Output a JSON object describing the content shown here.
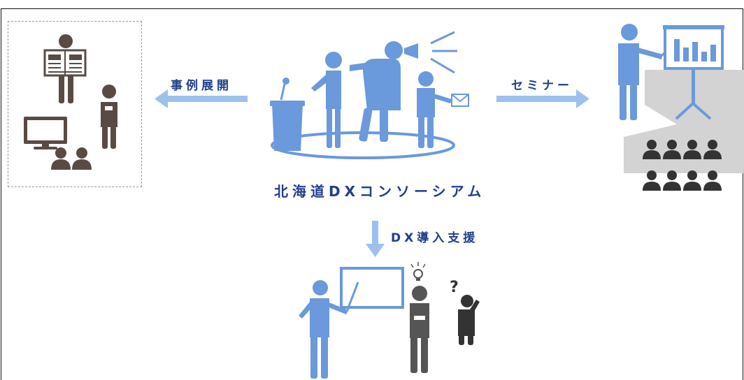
{
  "center": {
    "title": "北海道DXコンソーシアム"
  },
  "left_arrow": {
    "label": "事例展開"
  },
  "right_arrow": {
    "label": "セミナー"
  },
  "down_arrow": {
    "label": "DX導入支援"
  },
  "colors": {
    "figure_blue": "#6a99dc",
    "arrow_blue": "#9cc1ef",
    "label_navy": "#1f3f8c",
    "figure_brown": "#5a4a44",
    "figure_gray": "#555555",
    "panel_gray": "#d3d3d3"
  }
}
